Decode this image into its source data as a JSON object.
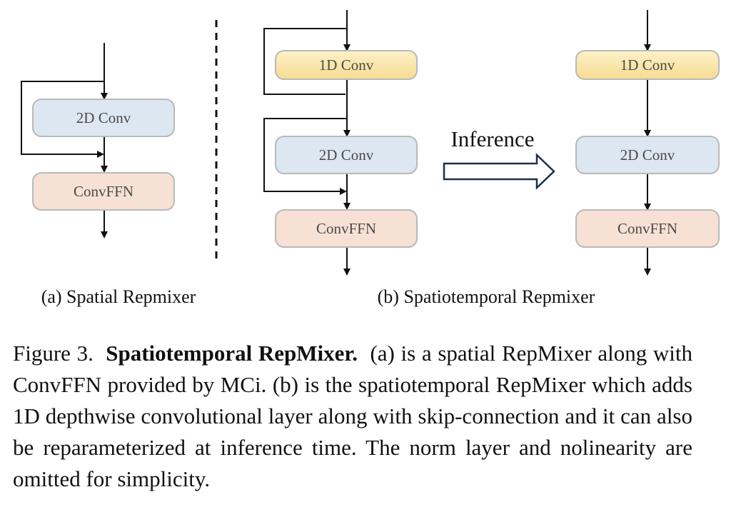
{
  "colors": {
    "conv1d_top": "#fdf1c8",
    "conv1d_bottom": "#f6dc92",
    "conv2d": "#dde7f2",
    "convffn": "#f6e1d4",
    "box_stroke": "#b9b9b9",
    "line": "#111111",
    "arrow_outline": "#1f2f4f"
  },
  "diagram": {
    "a": {
      "conv2d_label": "2D Conv",
      "convffn_label": "ConvFFN",
      "subcaption": "(a) Spatial Repmixer"
    },
    "b": {
      "conv1d_label": "1D Conv",
      "conv2d_label": "2D Conv",
      "convffn_label": "ConvFFN",
      "subcaption": "(b) Spatiotemporal Repmixer"
    },
    "inference_label": "Inference",
    "inferred": {
      "conv1d_label": "1D Conv",
      "conv2d_label": "2D Conv",
      "convffn_label": "ConvFFN"
    }
  },
  "caption": {
    "figure_label": "Figure 3.",
    "title": "Spatiotemporal RepMixer.",
    "body": "(a) is a spatial RepMixer along with ConvFFN provided by MCi.  (b) is the spatiotemporal RepMixer which adds 1D depthwise convolutional layer along with skip-connection and it can also be reparameterized at inference time. The norm layer and nolinearity are omitted for simplicity."
  }
}
